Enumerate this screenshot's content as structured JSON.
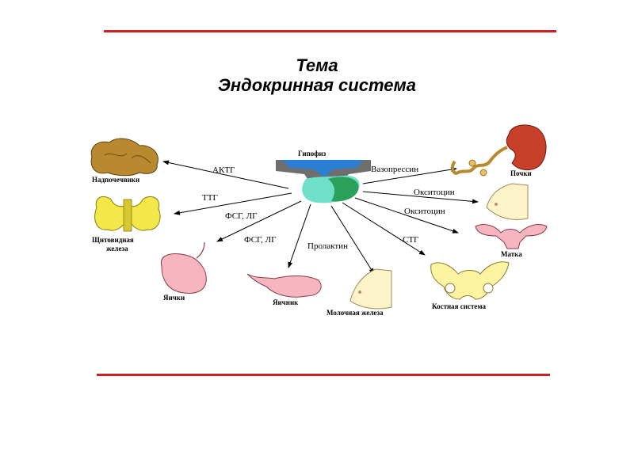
{
  "slide": {
    "title_line1": "Тема",
    "title_line2": "Эндокринная система"
  },
  "diagram": {
    "center": "Гипофиз",
    "hormones": {
      "actg": "АКТГ",
      "ttg": "ТТГ",
      "fsg_lg_1": "ФСГ, ЛГ",
      "fsg_lg_2": "ФСГ, ЛГ",
      "prolaktin": "Пролактин",
      "stg": "СТГ",
      "vazopressin": "Вазопрессин",
      "oksitocin_1": "Окситоцин",
      "oksitocin_2": "Окситоцин"
    },
    "organs": {
      "nadpochechniki": "Надпочечники",
      "shchitovidnaya_1": "Щитовидная",
      "shchitovidnaya_2": "железа",
      "yaichki": "Яички",
      "yaichnik": "Яичник",
      "molochnaya": "Молочная железа",
      "kostnaya": "Костная система",
      "pochki": "Почки",
      "matka": "Матка"
    }
  },
  "colors": {
    "rule": "#cc2222",
    "pituitary_blue": "#2a7fd4",
    "pituitary_green": "#2aa05a",
    "pituitary_mint": "#6fe0c8",
    "organ_brown": "#b8892e",
    "organ_yellow": "#f2e84a",
    "organ_pink": "#f6b6c0",
    "organ_cream": "#fdf3c8",
    "kidney_red": "#c8402a"
  }
}
